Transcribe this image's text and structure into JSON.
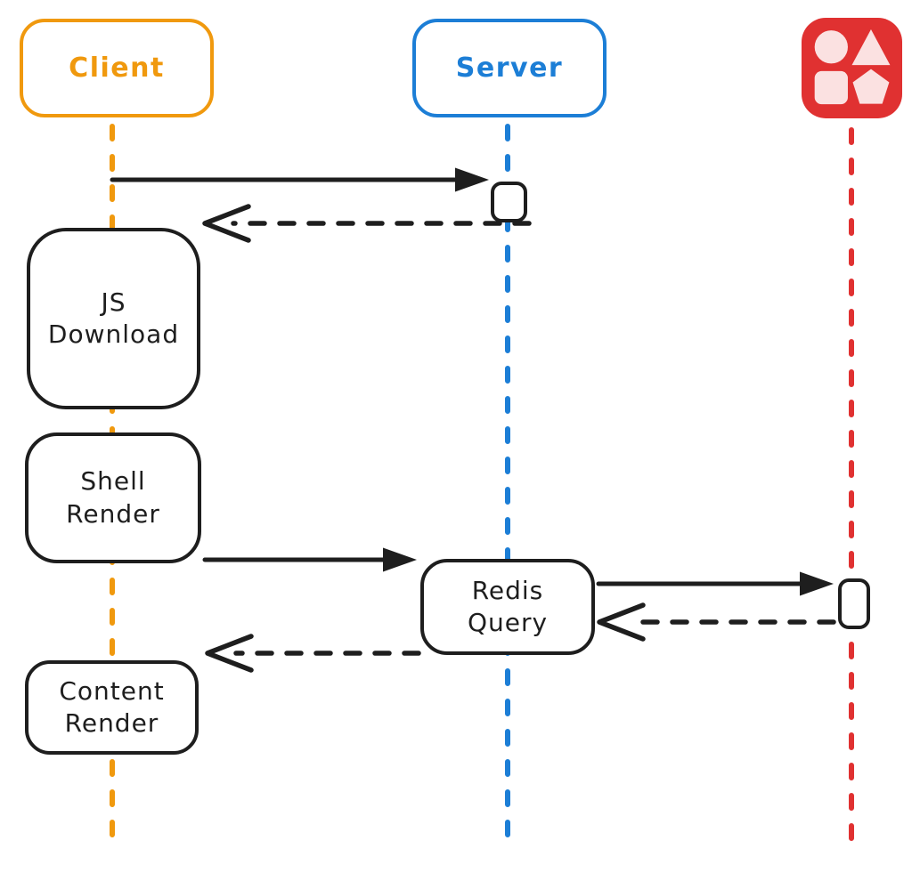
{
  "diagram": {
    "type": "sequence-diagram",
    "actors": {
      "client": {
        "label": "Client",
        "color": "#f0990e"
      },
      "server": {
        "label": "Server",
        "color": "#1c7ed6"
      },
      "datastore": {
        "icon": "shapes-icon",
        "color": "#e03131",
        "icon_shape_fill": "#fbe1e1",
        "icon_shapes": [
          "circle",
          "triangle",
          "rounded-square",
          "pentagon"
        ]
      }
    },
    "process_boxes": {
      "js_download": {
        "label": "JS\nDownload",
        "lifeline": "client"
      },
      "shell_render": {
        "label": "Shell\nRender",
        "lifeline": "client"
      },
      "redis_query": {
        "label": "Redis\nQuery",
        "lifeline": "server"
      },
      "content_render": {
        "label": "Content\nRender",
        "lifeline": "client"
      }
    },
    "messages": [
      {
        "from": "client",
        "to": "server",
        "style": "solid"
      },
      {
        "from": "server",
        "to": "client",
        "style": "dashed"
      },
      {
        "from": "shell_render",
        "to": "redis_query",
        "style": "solid"
      },
      {
        "from": "redis_query",
        "to": "datastore",
        "style": "solid"
      },
      {
        "from": "datastore",
        "to": "redis_query",
        "style": "dashed"
      },
      {
        "from": "redis_query",
        "to": "content_render",
        "style": "dashed"
      }
    ],
    "colors": {
      "stroke": "#1e1e1e",
      "background": "#ffffff",
      "client_accent": "#f0990e",
      "server_accent": "#1c7ed6",
      "datastore_accent": "#e03131"
    }
  }
}
